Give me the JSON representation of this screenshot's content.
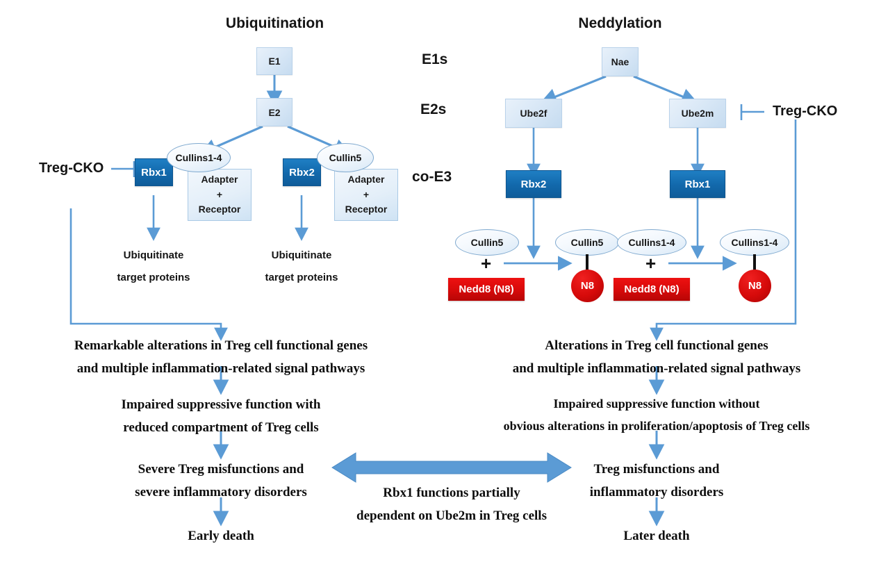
{
  "diagram": {
    "titles": {
      "left": "Ubiquitination",
      "right": "Neddylation"
    },
    "column_labels": [
      {
        "id": "e1s",
        "text": "E1s"
      },
      {
        "id": "e2s",
        "text": "E2s"
      },
      {
        "id": "coe3",
        "text": "co-E3"
      }
    ],
    "knockout_labels": {
      "left": "Treg-CKO",
      "right": "Treg-CKO"
    },
    "ubiquitination": {
      "e1": "E1",
      "e2": "E2",
      "complex_left": {
        "rbx": "Rbx1",
        "cullin": "Cullins1-4",
        "adapter_line1": "Adapter",
        "adapter_plus": "+",
        "adapter_line2": "Receptor",
        "output_line1": "Ubiquitinate",
        "output_line2": "target proteins"
      },
      "complex_right": {
        "rbx": "Rbx2",
        "cullin": "Cullin5",
        "adapter_line1": "Adapter",
        "adapter_plus": "+",
        "adapter_line2": "Receptor",
        "output_line1": "Ubiquitinate",
        "output_line2": "target proteins"
      }
    },
    "neddylation": {
      "nae": "Nae",
      "branch_left": {
        "e2": "Ube2f",
        "rbx": "Rbx2",
        "substrate_cullin": "Cullin5",
        "plus": "+",
        "nedd8": "Nedd8 (N8)",
        "product_cullin": "Cullin5",
        "product_tag": "N8"
      },
      "branch_right": {
        "e2": "Ube2m",
        "rbx": "Rbx1",
        "substrate_cullin": "Cullins1-4",
        "plus": "+",
        "nedd8": "Nedd8 (N8)",
        "product_cullin": "Cullins1-4",
        "product_tag": "N8"
      }
    },
    "outcomes_left": [
      {
        "id": "genes",
        "line1": "Remarkable alterations in Treg cell functional genes",
        "line2": "and multiple inflammation-related signal pathways"
      },
      {
        "id": "suppressive",
        "line1": "Impaired suppressive function with",
        "line2": "reduced compartment of Treg cells"
      },
      {
        "id": "misfunction",
        "line1": "Severe Treg misfunctions and",
        "line2": "severe inflammatory disorders"
      },
      {
        "id": "death",
        "line1": "Early death",
        "line2": ""
      }
    ],
    "outcomes_right": [
      {
        "id": "genes",
        "line1": "Alterations in Treg cell functional genes",
        "line2": "and multiple inflammation-related signal pathways"
      },
      {
        "id": "suppressive",
        "line1": "Impaired suppressive function without",
        "line2": "obvious alterations in proliferation/apoptosis of Treg cells"
      },
      {
        "id": "misfunction",
        "line1": "Treg misfunctions and",
        "line2": "inflammatory disorders"
      },
      {
        "id": "death",
        "line1": "Later death",
        "line2": ""
      }
    ],
    "bridge": {
      "line1": "Rbx1 functions partially",
      "line2": "dependent on Ube2m in Treg cells"
    },
    "colors": {
      "arrow_blue": "#5b9bd5",
      "box_dark_blue": "#1268ab",
      "box_light_blue": "#dbe9f7",
      "nedd8_red": "#d60a0a",
      "text_black": "#141414",
      "ellipse_border": "#7fa9cf"
    }
  }
}
